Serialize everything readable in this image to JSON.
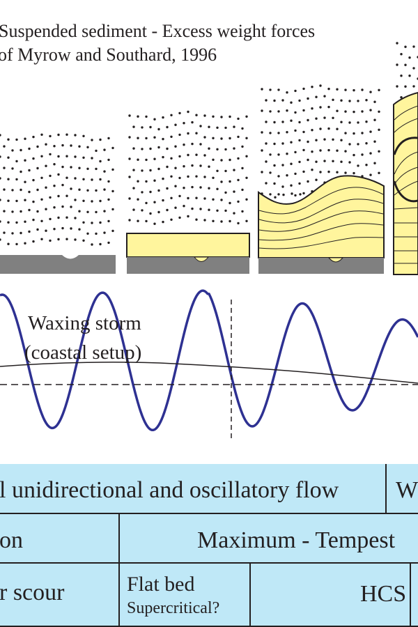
{
  "title": {
    "line1": "Suspended sediment - Excess weight forces",
    "line2": "of Myrow and Southard, 1996"
  },
  "storm_label": {
    "line1": "Waxing storm",
    "line2": "(coastal setup)"
  },
  "table": {
    "row1": {
      "cells": [
        {
          "label": "l unidirectional and oscillatory flow"
        },
        {
          "label": "W"
        }
      ]
    },
    "row2": {
      "cells": [
        {
          "label": "on"
        },
        {
          "label": "Maximum - Tempest"
        }
      ]
    },
    "row3": {
      "cells": [
        {
          "label": "r scour"
        },
        {
          "label": "Flat bed",
          "sublabel": "Supercritical?"
        },
        {
          "label": "HCS"
        },
        {
          "label": ""
        }
      ]
    }
  },
  "colors": {
    "sediment_yellow": "#fff59d",
    "base_gray": "#808080",
    "wave_blue": "#2e3192",
    "table_blue": "#bfe8f7",
    "line_dark": "#231f20"
  }
}
